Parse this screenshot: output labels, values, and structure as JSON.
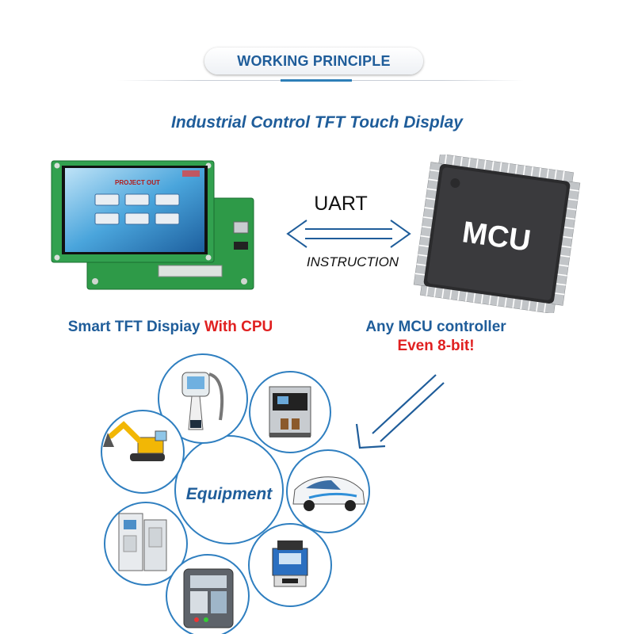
{
  "header": {
    "title": "WORKING PRINCIPLE"
  },
  "subtitle": "Industrial Control TFT Touch Display",
  "link": {
    "protocol": "UART",
    "detail": "INSTRUCTION"
  },
  "display_panel": {
    "screen_title": "PROJECT OUT",
    "label_prefix": "Smart TFT Dispiay",
    "label_highlight": "With CPU"
  },
  "mcu": {
    "chip_text": "MCU",
    "label_line1": "Any MCU controller",
    "label_line2": "Even 8-bit!"
  },
  "hub": {
    "label": "Equipment"
  },
  "equipment": [
    {
      "icon": "handheld-device-icon"
    },
    {
      "icon": "coffee-machine-icon"
    },
    {
      "icon": "excavator-icon"
    },
    {
      "icon": "car-icon"
    },
    {
      "icon": "power-cabinet-icon"
    },
    {
      "icon": "key-cutting-machine-icon"
    },
    {
      "icon": "control-panel-icon"
    }
  ],
  "colors": {
    "accent": "#1f5d9a",
    "highlight": "#e02020",
    "circle": "#2f7fc0"
  }
}
